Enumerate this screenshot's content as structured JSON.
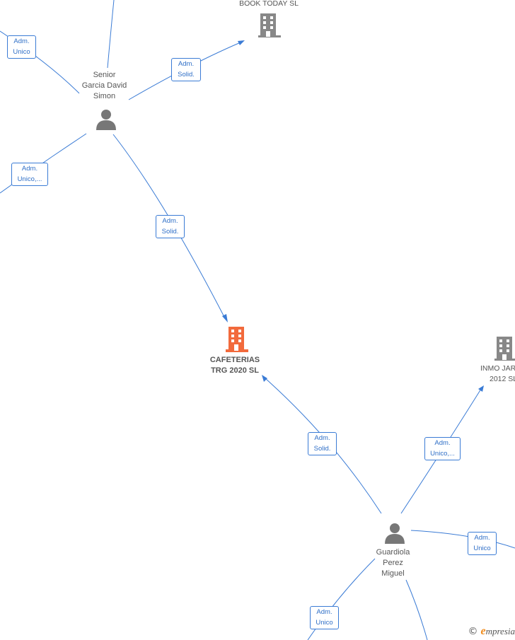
{
  "nodes": {
    "book_today": {
      "lines": [
        "BOOK TODAY SL"
      ],
      "kind": "company"
    },
    "senior": {
      "lines": [
        "Senior",
        "Garcia David",
        "Simon"
      ],
      "kind": "person"
    },
    "cafeterias": {
      "lines": [
        "CAFETERIAS",
        "TRG 2020  SL"
      ],
      "kind": "company-focus"
    },
    "inmo": {
      "lines": [
        "INMO JAR",
        "2012 SL"
      ],
      "kind": "company"
    },
    "guardiola": {
      "lines": [
        "Guardiola",
        "Perez",
        "Miguel"
      ],
      "kind": "person"
    }
  },
  "edges": [
    {
      "id": "senior-book",
      "lines": [
        "Adm.",
        "Solid."
      ]
    },
    {
      "id": "senior-offleft-top",
      "lines": [
        "Adm.",
        "Unico"
      ]
    },
    {
      "id": "senior-offleft-mid",
      "lines": [
        "Adm.",
        "Unico,..."
      ]
    },
    {
      "id": "senior-cafeterias",
      "lines": [
        "Adm.",
        "Solid."
      ]
    },
    {
      "id": "guardiola-cafeterias",
      "lines": [
        "Adm.",
        "Solid."
      ]
    },
    {
      "id": "guardiola-inmo",
      "lines": [
        "Adm.",
        "Unico,..."
      ]
    },
    {
      "id": "guardiola-offright",
      "lines": [
        "Adm.",
        "Unico"
      ]
    },
    {
      "id": "guardiola-offbottom",
      "lines": [
        "Adm.",
        "Unico"
      ]
    }
  ],
  "colors": {
    "edge": "#3a7bd5",
    "company_icon": "#888888",
    "focus_company_icon": "#f26a3c",
    "person_icon": "#777777"
  },
  "watermark": {
    "copyright": "©",
    "brand_initial": "e",
    "brand_rest": "mpresia"
  }
}
